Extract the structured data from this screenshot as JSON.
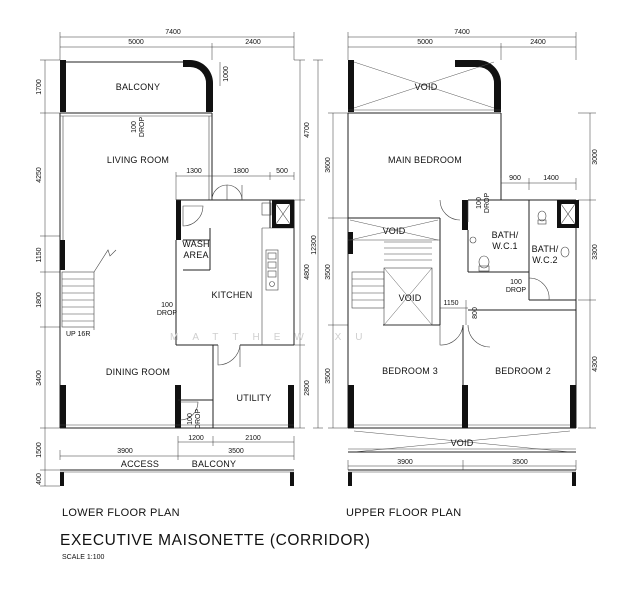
{
  "lower": {
    "dims": {
      "top_total": "7400",
      "top_a": "5000",
      "top_b": "2400",
      "top_1000": "1000",
      "k_1300": "1300",
      "k_1800": "1800",
      "k_500": "500",
      "left_1700": "1700",
      "left_4250": "4250",
      "left_1150": "1150",
      "left_1800": "1800",
      "left_3400": "3400",
      "left_1500": "1500",
      "left_400": "400",
      "right_4700": "4700",
      "right_4800": "4800",
      "right_2800": "2800",
      "right_12300": "12300",
      "bot_1200": "1200",
      "bot_2100": "2100",
      "bot_3500": "3500",
      "bot_3900": "3900"
    },
    "rooms": {
      "balcony": "BALCONY",
      "living": "LIVING ROOM",
      "wash1": "WASH",
      "wash2": "AREA",
      "kitchen": "KITCHEN",
      "dining": "DINING ROOM",
      "utility": "UTILITY",
      "access": "ACCESS",
      "balcony_bottom": "BALCONY"
    },
    "notes": {
      "drop100_a1": "100",
      "drop100_a2": "DROP",
      "drop100_b1": "100",
      "drop100_b2": "DROP",
      "drop100_c1": "100",
      "drop100_c2": "DROP",
      "stair": "UP 16R"
    },
    "title": "LOWER FLOOR PLAN"
  },
  "upper": {
    "dims": {
      "top_total": "7400",
      "top_a": "5000",
      "top_b": "2400",
      "w_900": "900",
      "w_1400": "1400",
      "left_3600": "3600",
      "left_3500a": "3500",
      "left_3500b": "3500",
      "right_3000": "3000",
      "right_3300": "3300",
      "right_4300": "4300",
      "mid_1150": "1150",
      "mid_800": "800",
      "bot_3900": "3900",
      "bot_3500": "3500"
    },
    "rooms": {
      "void_top": "VOID",
      "master": "MAIN BEDROOM",
      "void_mid": "VOID",
      "bath1a": "BATH/",
      "bath1b": "W.C.1",
      "bath2a": "BATH/",
      "bath2b": "W.C.2",
      "void_stair": "VOID",
      "bed3": "BEDROOM 3",
      "bed2": "BEDROOM 2",
      "void_bottom": "VOID"
    },
    "notes": {
      "drop_a1": "100",
      "drop_a2": "DROP",
      "drop_b1": "100",
      "drop_b2": "DROP"
    },
    "title": "UPPER FLOOR PLAN"
  },
  "heading": "EXECUTIVE MAISONETTE (CORRIDOR)",
  "scale": "SCALE 1:100",
  "watermark": "MATTHEW XU"
}
